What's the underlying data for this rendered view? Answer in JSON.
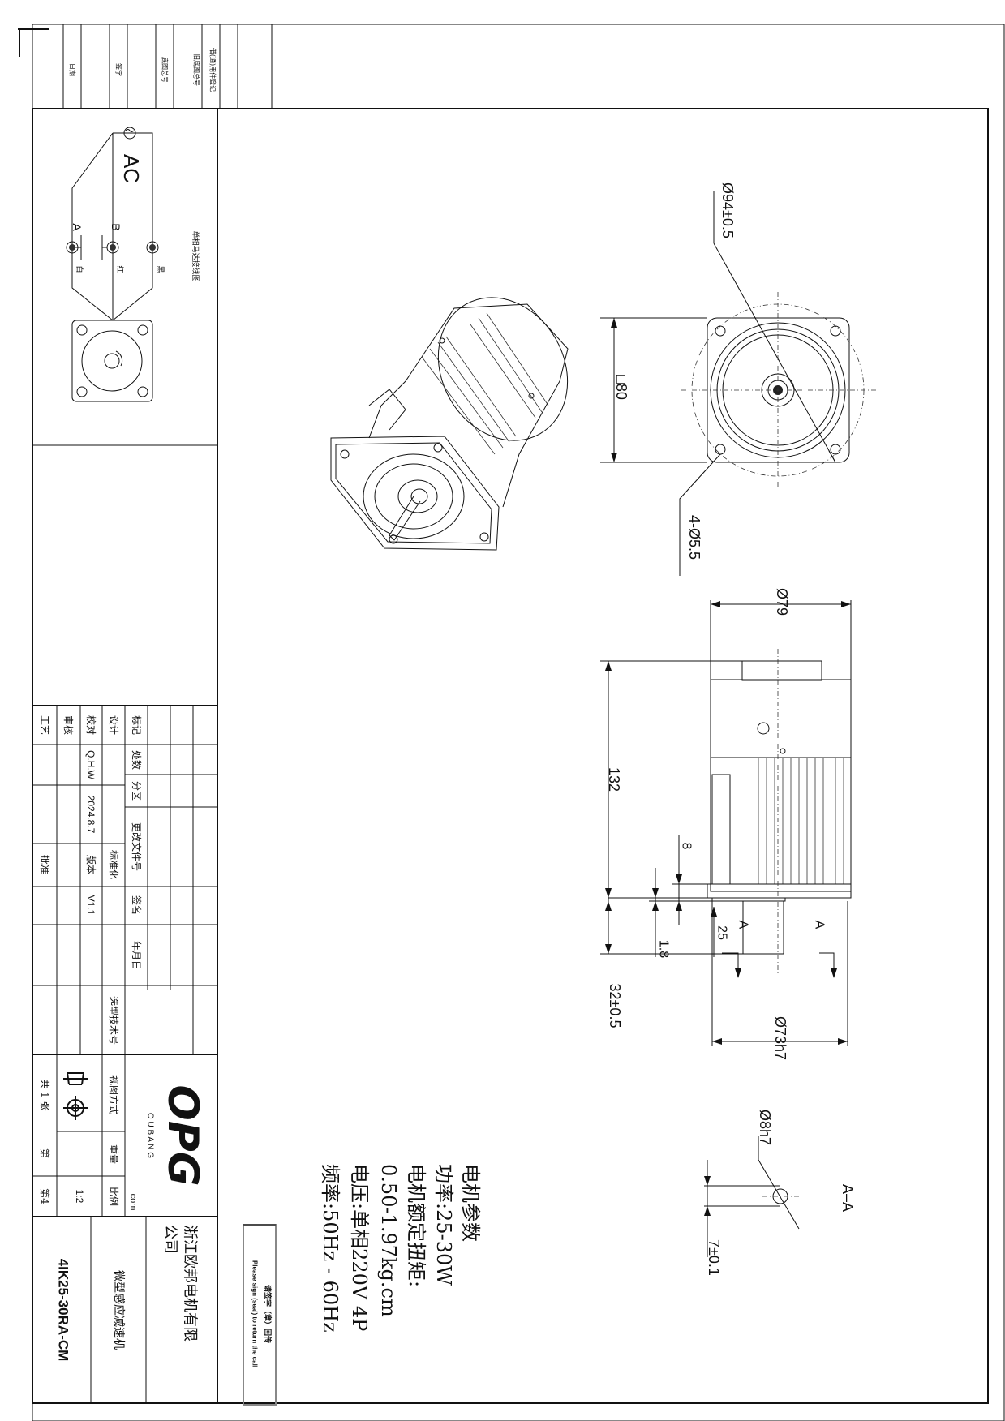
{
  "side_strip": {
    "date": "日期",
    "signature": "签字",
    "base_drawing_no": "底图总号",
    "old_base_drawing_no": "旧底图总号",
    "borrowed_parts_register": "借(通)用件登记"
  },
  "wiring": {
    "title": "单相马达接线图",
    "source": "AC",
    "terminal_a": "A",
    "terminal_b": "B",
    "wire_white": "白",
    "wire_red": "红",
    "wire_black": "黑"
  },
  "title_block": {
    "labels": {
      "mark": "标记",
      "count": "处数",
      "zone": "分区",
      "change_doc_no": "更改文件号",
      "sign": "签名",
      "date": "年月日",
      "design": "设计",
      "check": "校对",
      "review": "审核",
      "process": "工艺",
      "standardize": "标准化",
      "version": "版本",
      "approve": "批准",
      "selection_no": "选型技术号",
      "view_method": "视图方式",
      "weight": "重量",
      "scale": "比例",
      "sheets_total": "共 1 张",
      "sheet_no": "第",
      "sheet_no_value": "第4"
    },
    "checker": "Q.H.W",
    "date_value": "2024.8.7",
    "version_value": "V1.1",
    "scale_value": "1:2",
    "logo": "OPG",
    "logo_sub": "O U B A N G",
    "logo_com": "com",
    "company": [
      "浙江欧邦电机有限",
      "公司"
    ],
    "product_name": "微型感应减速机",
    "model": "4IK25-30RA-CM"
  },
  "sign_box": {
    "cn": "请签字（章）回传",
    "en": "Please sign (seal) to return the call"
  },
  "motor_params": {
    "title": "电机参数",
    "power": "功率:25-30W",
    "torque_label": "电机额定扭矩:",
    "torque_value": "0.50-1.97kg.cm",
    "voltage": "电压:单相220V 4P",
    "frequency": "频率:50Hz - 60Hz"
  },
  "dimensions": {
    "pcd": "Ø94±0.5",
    "square": "□80",
    "holes": "4-Ø5.5",
    "body_dia": "Ø79",
    "length": "132",
    "flange_thk": "8",
    "pilot": "25",
    "pilot_h": "1.8",
    "shaft_len": "32±0.5",
    "pilot_dia": "Ø73h7",
    "shaft_dia": "Ø8h7",
    "flat": "7±0.1",
    "section": "A–A",
    "section_mark": "A"
  }
}
